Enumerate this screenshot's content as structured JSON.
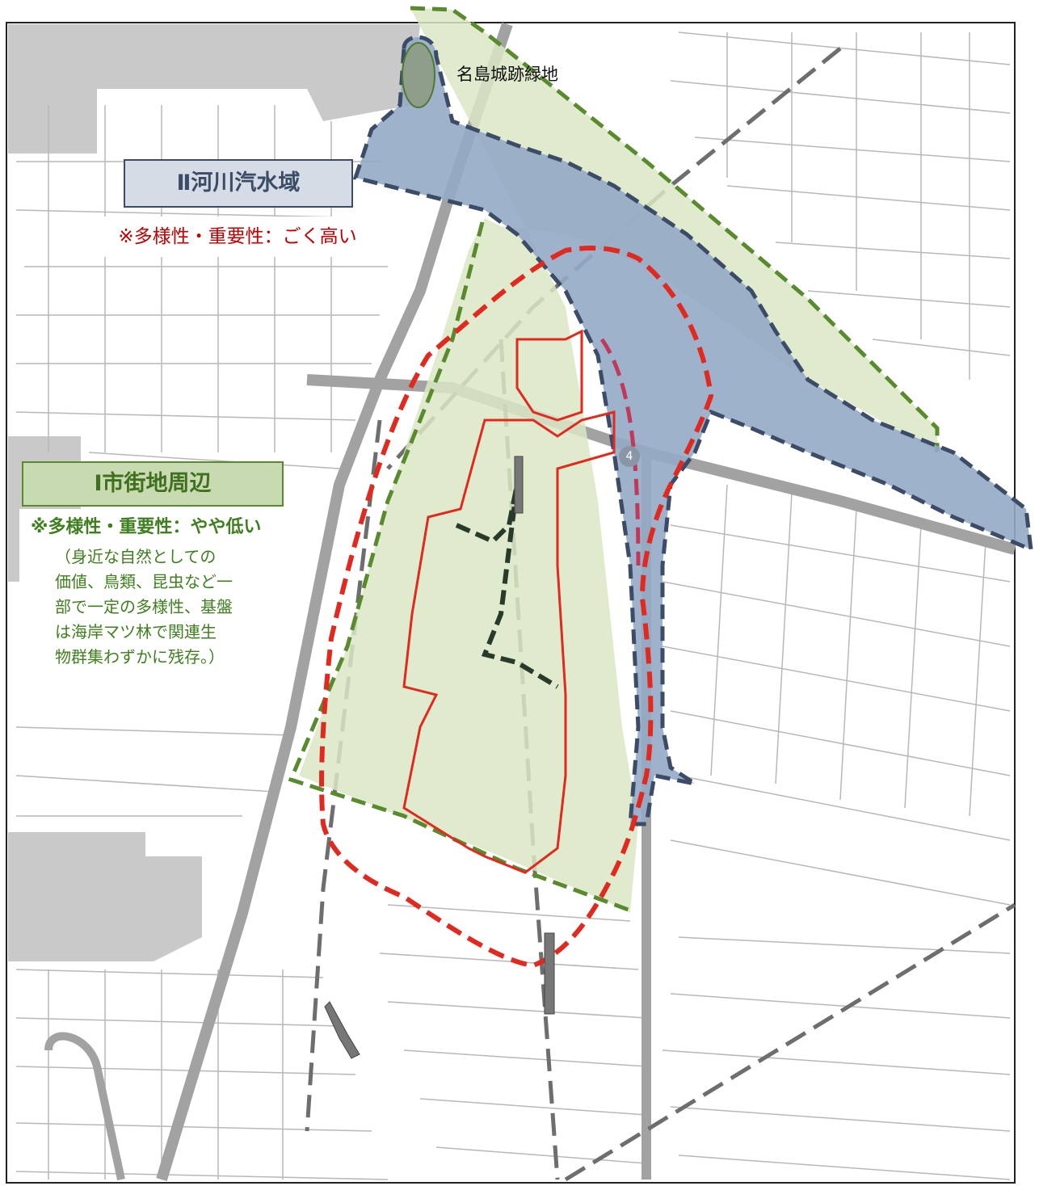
{
  "map": {
    "colors": {
      "land": "#ffffff",
      "industrial": "#c8c8c8",
      "road": "#b9b9b9",
      "highway": "#9a9a9a",
      "zone1_fill": "#dbe8c6",
      "zone1_border": "#5a8a2e",
      "zone2_fill": "#93aac6",
      "zone2_border": "#3c4b66",
      "red_boundary": "#e02a1f",
      "rail": "#7a7a7a"
    }
  },
  "zone2": {
    "title": "Ⅱ河川汽水域",
    "rating": "※多様性・重要性：ごく高い"
  },
  "zone1": {
    "title": "Ⅰ市街地周辺",
    "rating": "※多様性・重要性：やや低い",
    "desc_lines": [
      "（身近な自然としての",
      "価値、鳥類、昆虫など一",
      "部で一定の多様性、基盤",
      "は海岸マツ林で関連生",
      "物群集わずかに残存。）"
    ]
  },
  "landmark": {
    "castle": "名島城跡緑地"
  },
  "route_shield": "4"
}
